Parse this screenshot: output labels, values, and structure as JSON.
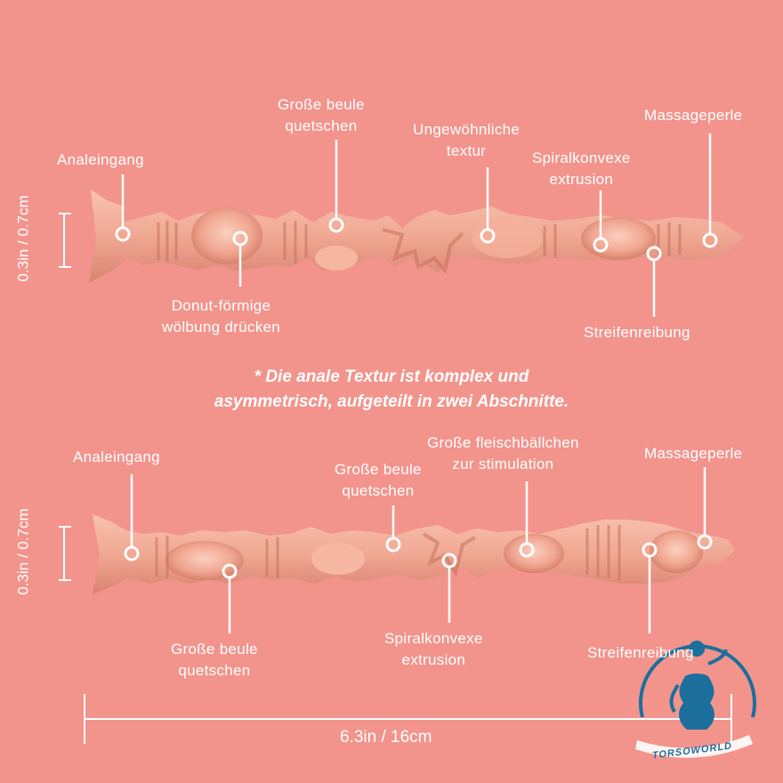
{
  "top_section": {
    "labels": {
      "anal_entrance": "Analeingang",
      "big_bump_1": "Große beule",
      "big_bump_2": "quetschen",
      "unusual_1": "Ungewöhnliche",
      "unusual_2": "textur",
      "spiral_1": "Spiralkonvexe",
      "spiral_2": "extrusion",
      "massage_bead": "Massageperle",
      "donut_1": "Donut-förmige",
      "donut_2": "wölbung drücken",
      "stripe_friction": "Streifenreibung"
    },
    "dimension": "0.3in / 0.7cm"
  },
  "note": {
    "line1": "* Die anale Textur ist komplex und",
    "line2": "asymmetrisch, aufgeteilt in zwei Abschnitte."
  },
  "bottom_section": {
    "labels": {
      "anal_entrance": "Analeingang",
      "big_bump_top_1": "Große beule",
      "big_bump_top_2": "quetschen",
      "meatballs_1": "Große fleischbällchen",
      "meatballs_2": "zur stimulation",
      "massage_bead": "Massageperle",
      "big_bump_bottom_1": "Große beule",
      "big_bump_bottom_2": "quetschen",
      "spiral_1": "Spiralkonvexe",
      "spiral_2": "extrusion",
      "stripe_friction": "Streifenreibung"
    },
    "dimension": "0.3in / 0.7cm"
  },
  "length_dimension": "6.3in / 16cm",
  "brand": "TORSOWORLD",
  "colors": {
    "background": "#f2948c",
    "texture_light": "#f7b8a4",
    "texture_mid": "#eda08e",
    "texture_dark": "#c9705e",
    "annotation": "#ffffff",
    "logo_blue": "#1c6f9c"
  }
}
